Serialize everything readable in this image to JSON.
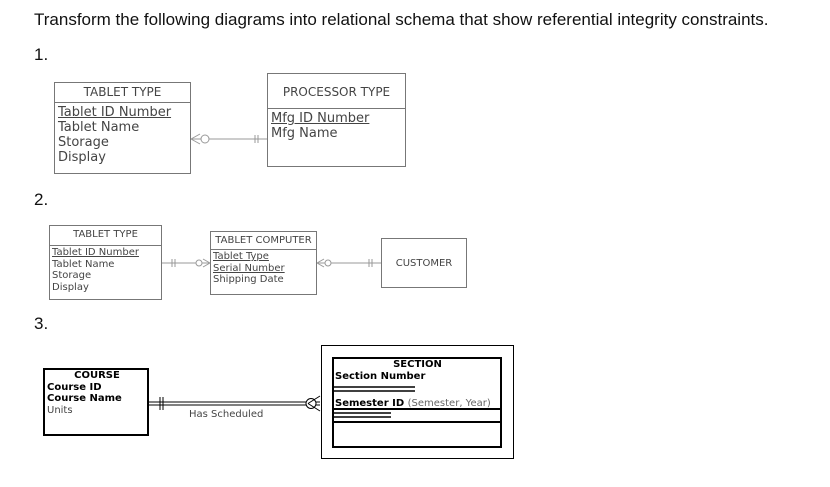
{
  "heading": "Transform the following diagrams into relational schema that show referential integrity constraints.",
  "d1": {
    "number": "1.",
    "tablet_type": {
      "title": "TABLET TYPE",
      "attrs": [
        "Tablet ID Number",
        "Tablet Name",
        "Storage",
        "Display"
      ]
    },
    "processor_type": {
      "title": "PROCESSOR TYPE",
      "attrs": [
        "Mfg ID Number",
        "Mfg Name"
      ]
    }
  },
  "d2": {
    "number": "2.",
    "tablet_type": {
      "title": "TABLET TYPE",
      "attrs": [
        "Tablet ID Number",
        "Tablet Name",
        "Storage",
        "Display"
      ]
    },
    "tablet_computer": {
      "title": "TABLET COMPUTER",
      "attrs": [
        "Tablet Type",
        "Serial Number",
        "Shipping Date"
      ]
    },
    "customer": {
      "title": "CUSTOMER"
    }
  },
  "d3": {
    "number": "3.",
    "course": {
      "title": "COURSE",
      "attrs": [
        "Course ID",
        "Course Name",
        "Units"
      ]
    },
    "relationship": "Has Scheduled",
    "section": {
      "title": "SECTION",
      "key": "Section Number",
      "semester_key": "Semester ID",
      "semester_parts": "(Semester, Year)"
    }
  }
}
